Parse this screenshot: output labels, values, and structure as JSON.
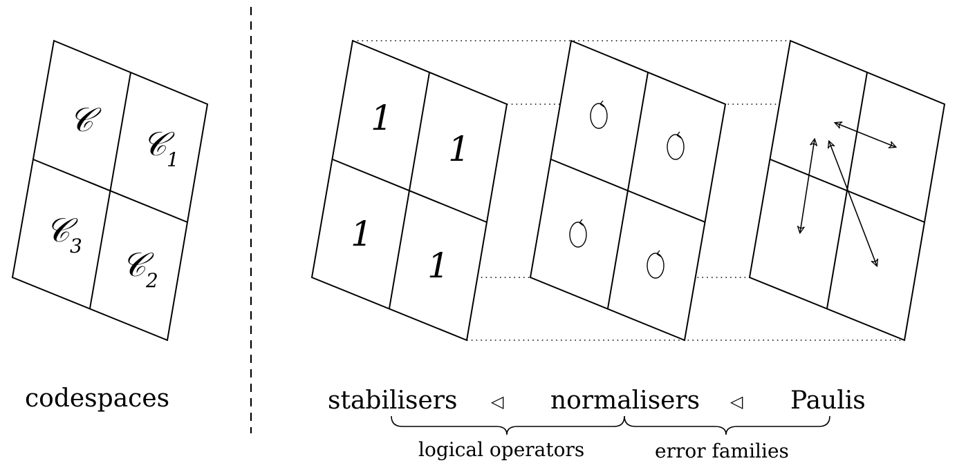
{
  "codespaces_panel": {
    "cells": [
      {
        "base": "𝒞",
        "sub": ""
      },
      {
        "base": "𝒞",
        "sub": "1"
      },
      {
        "base": "𝒞",
        "sub": "3"
      },
      {
        "base": "𝒞",
        "sub": "2"
      }
    ],
    "caption": "codespaces"
  },
  "stabilisers_panel": {
    "cells": [
      "1",
      "1",
      "1",
      "1"
    ],
    "caption": "stabilisers"
  },
  "normalisers_panel": {
    "cell_symbol": "loop-arrow-icon",
    "caption": "normalisers"
  },
  "paulis_panel": {
    "cell_symbol": "double-arrow-icon",
    "caption": "Paulis"
  },
  "relations": {
    "symbol": "◁"
  },
  "braces": {
    "left": "logical operators",
    "right": "error families"
  }
}
